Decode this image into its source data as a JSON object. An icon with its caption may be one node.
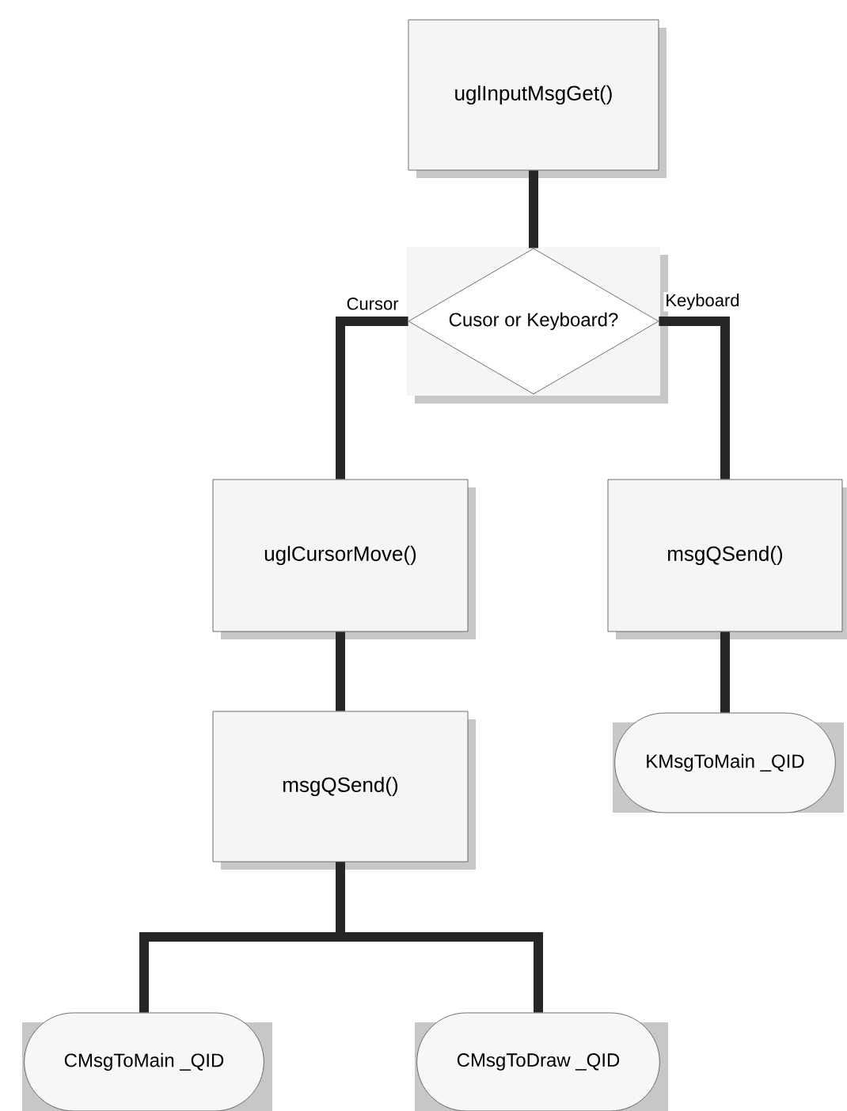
{
  "diagram": {
    "nodes": [
      {
        "text": [
          "uglInputMsgGet()"
        ]
      },
      {
        "text": [
          "Cusor or Keyboard?"
        ]
      },
      {
        "text": [
          "uglCursorMove()"
        ]
      },
      {
        "text": [
          "msgQSend()"
        ]
      },
      {
        "text": [
          "msgQSend()"
        ]
      },
      {
        "text": [
          "KMsgToMain _QID"
        ]
      },
      {
        "text": [
          "CMsgToMain _QID"
        ]
      },
      {
        "text": [
          "CMsgToDraw _QID"
        ]
      }
    ],
    "edges": [
      {
        "from": 0,
        "to": 1,
        "arrow": "none"
      },
      {
        "from": 1,
        "to": 2,
        "arrow": "none",
        "label": "Cursor"
      },
      {
        "from": 1,
        "to": 3,
        "arrow": "none",
        "label": "Keyboard"
      },
      {
        "from": 2,
        "to": 4,
        "arrow": "none"
      },
      {
        "from": 3,
        "to": 5,
        "arrow": "none"
      },
      {
        "from": 4,
        "to": 6,
        "arrow": "none"
      },
      {
        "from": 4,
        "to": 7,
        "arrow": "none"
      }
    ]
  }
}
